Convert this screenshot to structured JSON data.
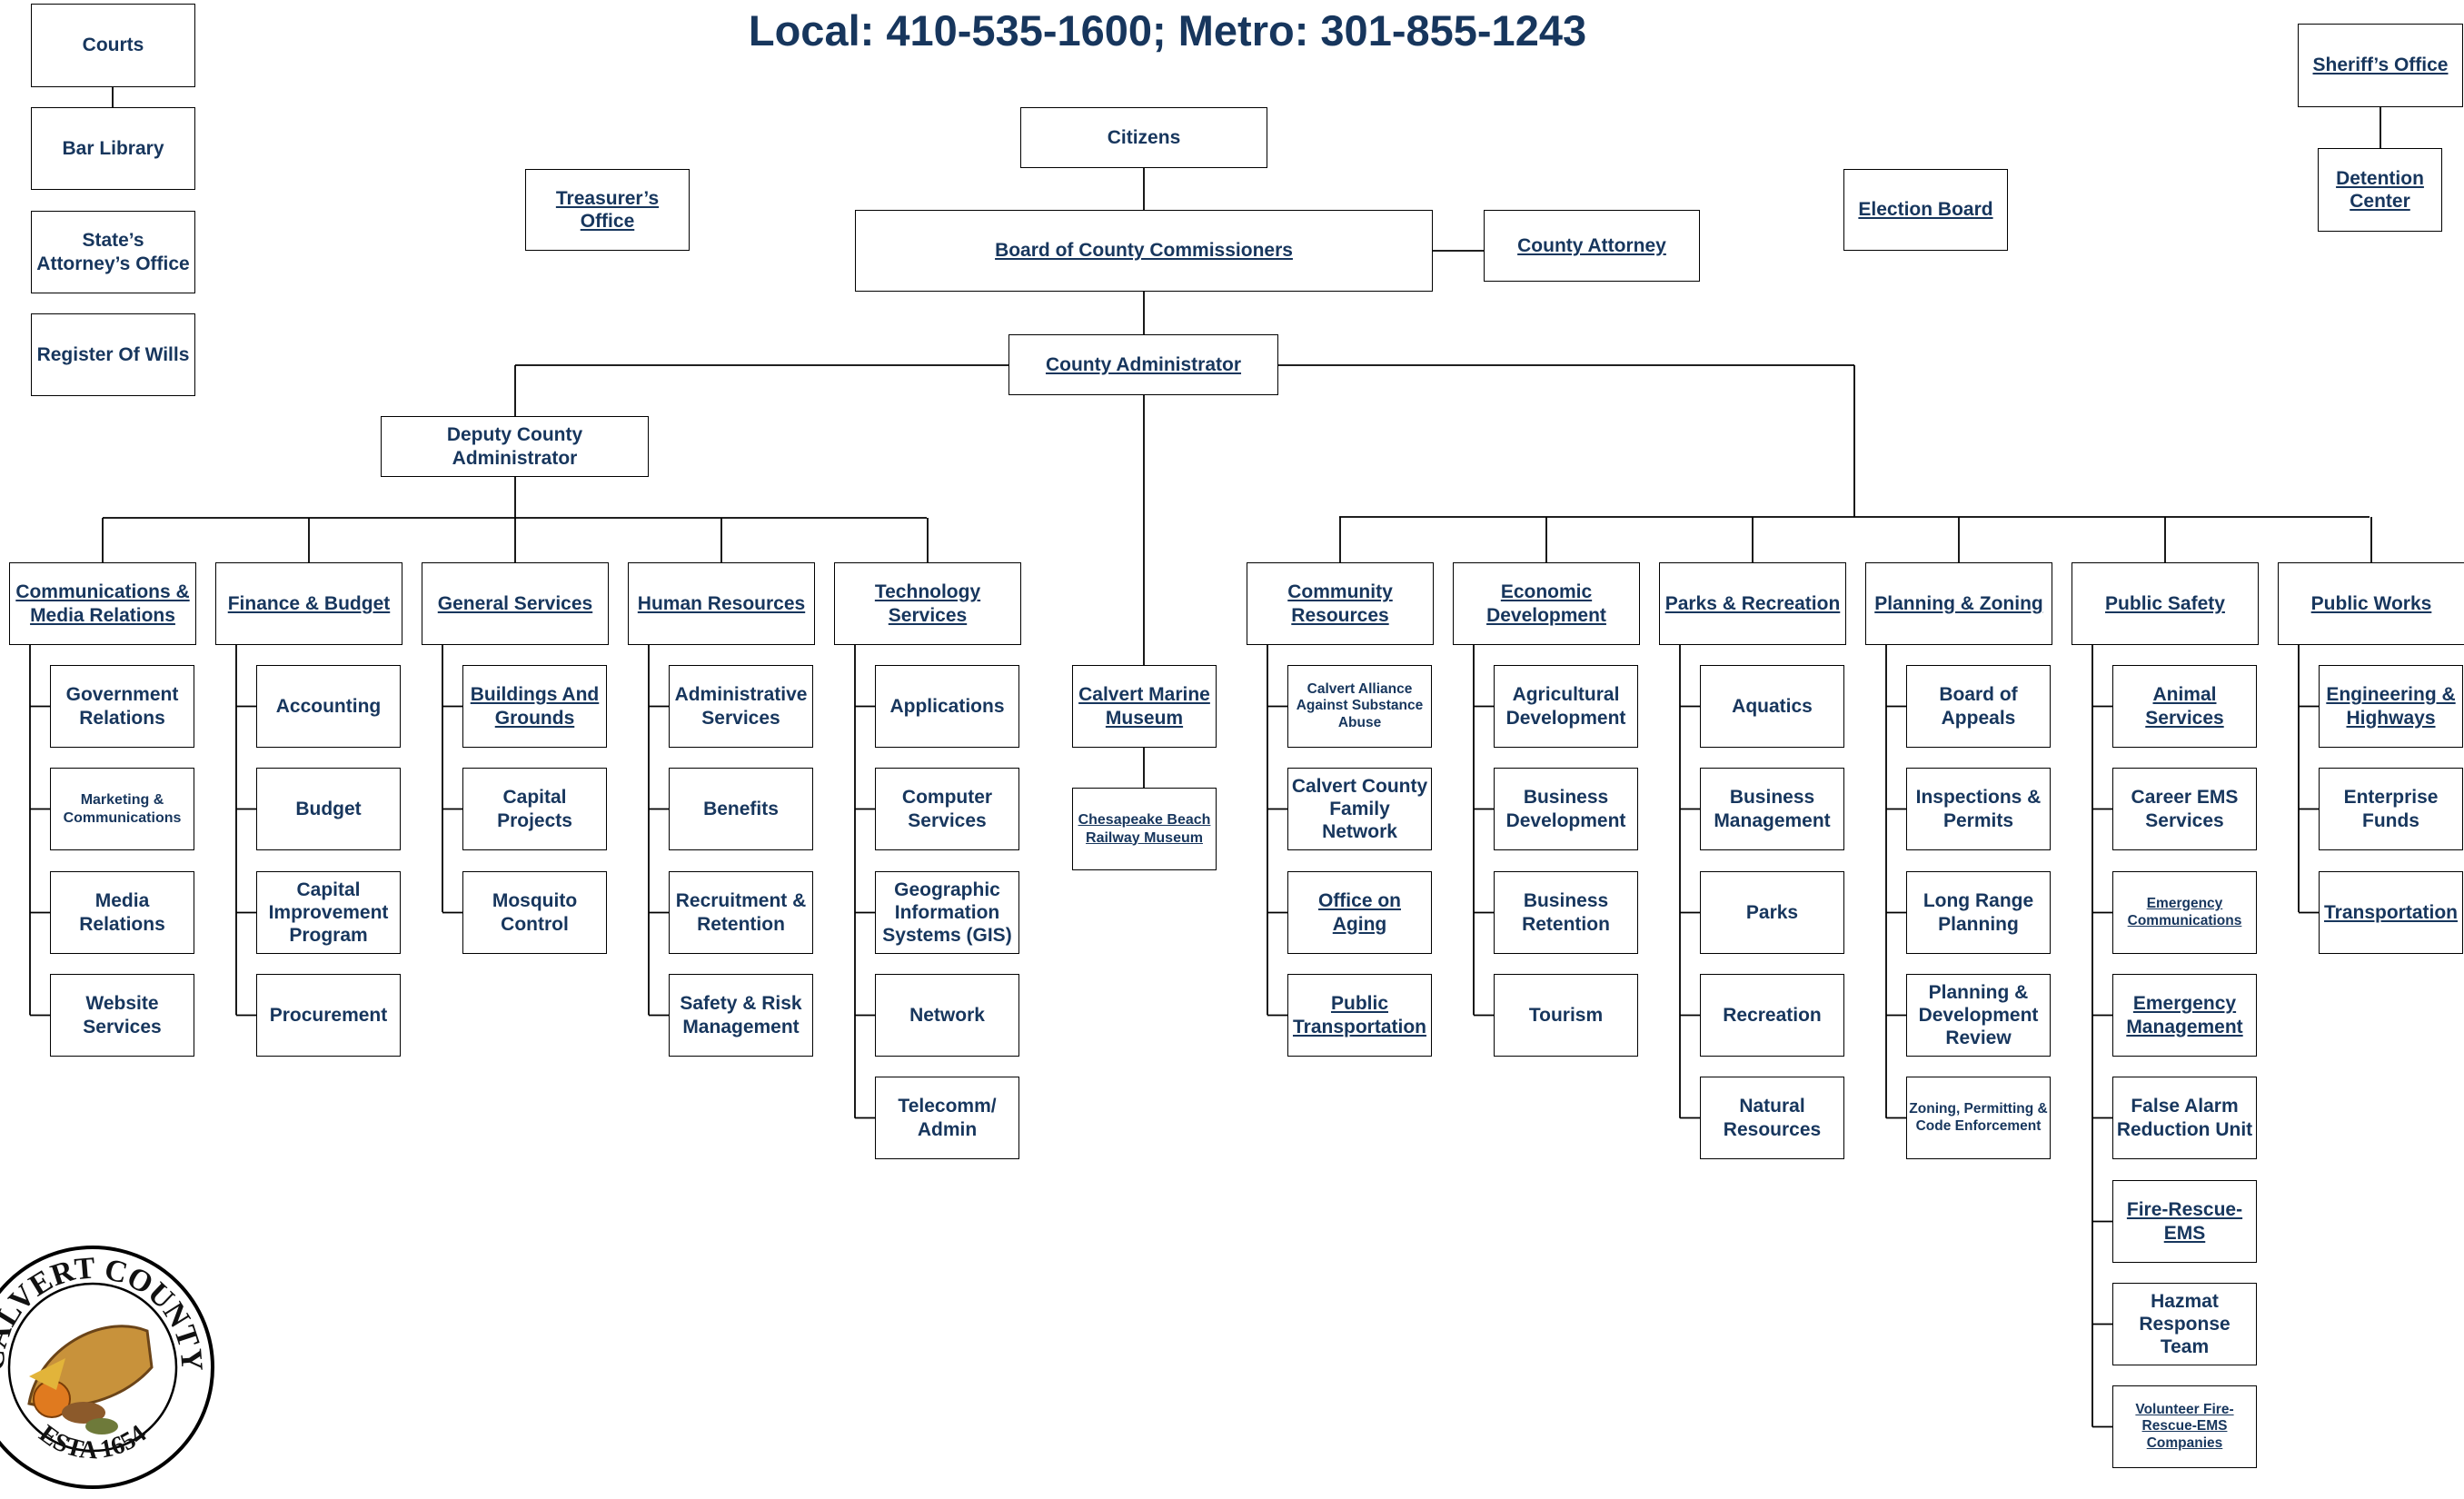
{
  "header": {
    "contact": "Local: 410-535-1600; Metro: 301-855-1243"
  },
  "seal": {
    "name": "CALVERT COUNTY",
    "established": "ESTA 1654",
    "icon": "cornucopia-icon"
  },
  "colors": {
    "text": "#17365d",
    "border": "#000000"
  },
  "judicial": {
    "courts": "Courts",
    "bar_library": "Bar Library",
    "states_attorney": "State’s Attorney’s Office",
    "register_of_wills": "Register Of Wills"
  },
  "independent": {
    "treasurer": "Treasurer’s Office",
    "election_board": "Election Board",
    "sheriff": "Sheriff’s Office",
    "detention": "Detention Center"
  },
  "top": {
    "citizens": "Citizens",
    "board": "Board of County Commissioners",
    "attorney": "County Attorney",
    "administrator": "County Administrator",
    "deputy": "Deputy County Administrator"
  },
  "museums": {
    "marine": "Calvert Marine Museum",
    "railway": "Chesapeake Beach Railway Museum"
  },
  "departments": [
    {
      "name": "Communications & Media Relations",
      "divisions": [
        "Government Relations",
        "Marketing & Communications",
        "Media Relations",
        "Website Services"
      ]
    },
    {
      "name": "Finance & Budget",
      "divisions": [
        "Accounting",
        "Budget",
        "Capital Improvement Program",
        "Procurement"
      ]
    },
    {
      "name": "General Services",
      "divisions": [
        "Buildings And Grounds",
        "Capital Projects",
        "Mosquito Control"
      ]
    },
    {
      "name": "Human Resources",
      "divisions": [
        "Administrative Services",
        "Benefits",
        "Recruitment & Retention",
        "Safety & Risk Management"
      ]
    },
    {
      "name": "Technology Services",
      "divisions": [
        "Applications",
        "Computer Services",
        "Geographic Information Systems (GIS)",
        "Network",
        "Telecomm/ Admin"
      ]
    },
    {
      "name": "Community Resources",
      "divisions": [
        "Calvert Alliance Against Substance Abuse",
        "Calvert County Family Network",
        "Office on Aging",
        "Public Transportation"
      ]
    },
    {
      "name": "Economic Development",
      "divisions": [
        "Agricultural Development",
        "Business Development",
        "Business Retention",
        "Tourism"
      ]
    },
    {
      "name": "Parks & Recreation",
      "divisions": [
        "Aquatics",
        "Business Management",
        "Parks",
        "Recreation",
        "Natural Resources"
      ]
    },
    {
      "name": "Planning & Zoning",
      "divisions": [
        "Board of Appeals",
        "Inspections & Permits",
        "Long Range Planning",
        "Planning & Development Review",
        "Zoning, Permitting & Code Enforcement"
      ]
    },
    {
      "name": "Public Safety",
      "divisions": [
        "Animal Services",
        "Career EMS Services",
        "Emergency Communications",
        "Emergency Management",
        "False Alarm Reduction Unit",
        "Fire-Rescue-EMS",
        "Hazmat Response Team",
        "Volunteer Fire-Rescue-EMS Companies"
      ]
    },
    {
      "name": "Public Works",
      "divisions": [
        "Engineering & Highways",
        "Enterprise Funds",
        "Transportation"
      ]
    }
  ]
}
